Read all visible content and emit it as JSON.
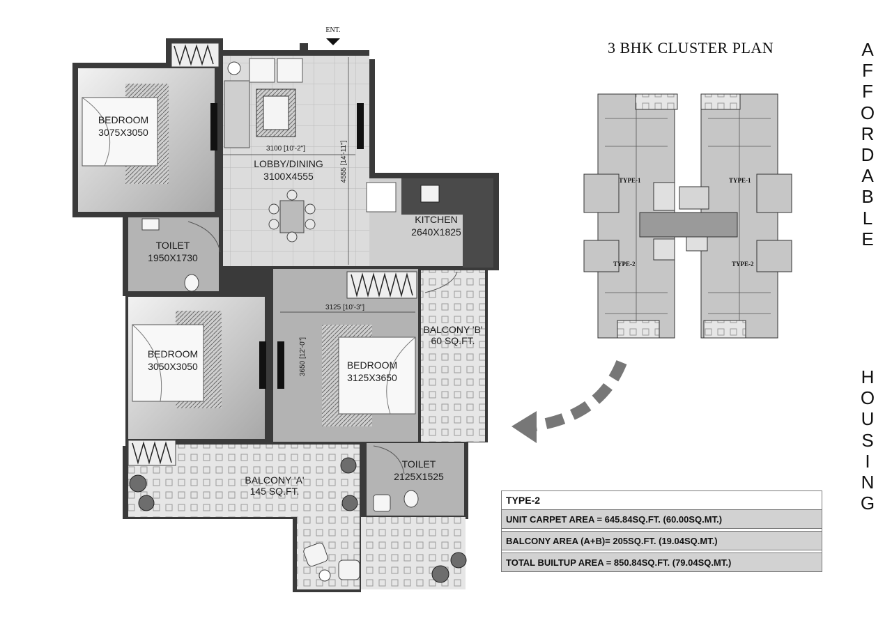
{
  "plan": {
    "entry_label": "ENT.",
    "rooms": {
      "bedroom_1": {
        "name": "BEDROOM",
        "size": "3075X3050"
      },
      "lobby": {
        "name": "LOBBY/DINING",
        "size": "3100X4555",
        "dim_h": "3100 [10'-2\"]",
        "dim_v": "4555 [14'-11\"]"
      },
      "kitchen": {
        "name": "KITCHEN",
        "size": "2640X1825"
      },
      "toilet_1": {
        "name": "TOILET",
        "size": "1950X1730"
      },
      "bedroom_2": {
        "name": "BEDROOM",
        "size": "3050X3050"
      },
      "bedroom_3": {
        "name": "BEDROOM",
        "size": "3125X3650",
        "dim_h": "3125 [10'-3\"]",
        "dim_v": "3650 [12'-0\"]"
      },
      "balcony_b": {
        "name": "BALCONY 'B'",
        "area": "60 SQ.FT."
      },
      "toilet_2": {
        "name": "TOILET",
        "size": "2125X1525"
      },
      "balcony_a": {
        "name": "BALCONY 'A'",
        "area": "145 SQ.FT."
      }
    }
  },
  "cluster": {
    "title": "3 BHK CLUSTER PLAN",
    "type_labels": [
      "TYPE-1",
      "TYPE-1",
      "TYPE-2",
      "TYPE-2"
    ]
  },
  "side_words": [
    "AFFORDABLE",
    "HOUSING"
  ],
  "area_table": {
    "header": "TYPE-2",
    "rows": [
      "UNIT CARPET AREA = 645.84SQ.FT. (60.00SQ.MT.)",
      "BALCONY AREA (A+B)= 205SQ.FT. (19.04SQ.MT.)",
      "TOTAL BUILTUP AREA = 850.84SQ.FT. (79.04SQ.MT.)"
    ]
  },
  "colors": {
    "wall": "#2b2b2b",
    "floor_light": "#d9d9d9",
    "floor_mid": "#bdbdbd",
    "kitchen_counter": "#4a4a4a",
    "table_row": "#d2d2d2"
  }
}
